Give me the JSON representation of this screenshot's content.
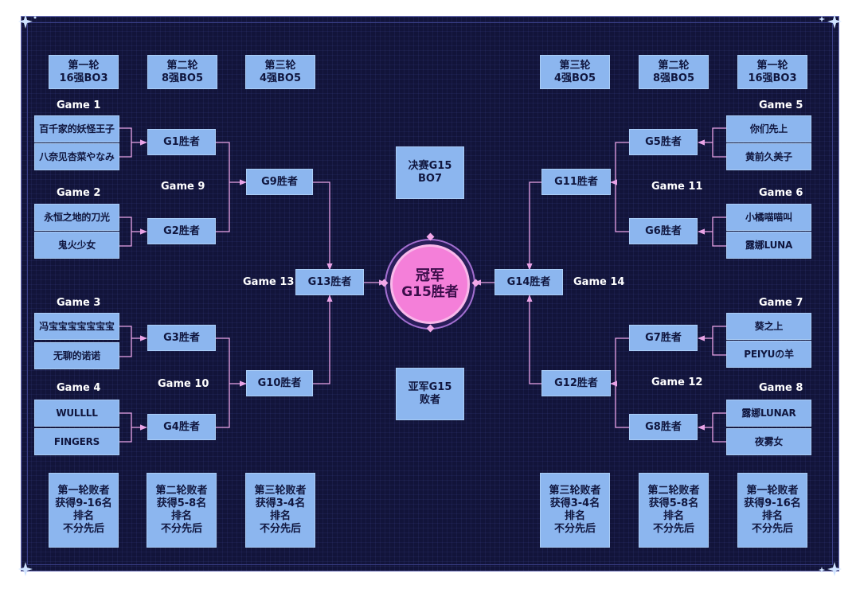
{
  "headers": {
    "left": [
      "第一轮\n16强BO3",
      "第二轮\n8强BO5",
      "第三轮\n4强BO5"
    ],
    "right": [
      "第三轮\n4强BO5",
      "第二轮\n8强BO5",
      "第一轮\n16强BO3"
    ]
  },
  "games": {
    "g1": "Game 1",
    "g2": "Game 2",
    "g3": "Game 3",
    "g4": "Game 4",
    "g5": "Game 5",
    "g6": "Game 6",
    "g7": "Game 7",
    "g8": "Game 8",
    "g9": "Game 9",
    "g10": "Game 10",
    "g11": "Game 11",
    "g12": "Game 12",
    "g13": "Game 13",
    "g14": "Game 14"
  },
  "players": {
    "g1": [
      "百千家的妖怪王子",
      "八奈见杏菜やなみ"
    ],
    "g2": [
      "永恒之地的刀光",
      "鬼火少女"
    ],
    "g3": [
      "冯宝宝宝宝宝宝宝",
      "无聊的诺诺"
    ],
    "g4": [
      "WULLLL",
      "FINGERS"
    ],
    "g5": [
      "你们先上",
      "黄前久美子"
    ],
    "g6": [
      "小橘喵喵叫",
      "露娜LUNA"
    ],
    "g7": [
      "葵之上",
      "PEIYUの羊"
    ],
    "g8": [
      "露娜LUNAR",
      "夜雾女"
    ]
  },
  "winners": {
    "g1": "G1胜者",
    "g2": "G2胜者",
    "g3": "G3胜者",
    "g4": "G4胜者",
    "g5": "G5胜者",
    "g6": "G6胜者",
    "g7": "G7胜者",
    "g8": "G8胜者",
    "g9": "G9胜者",
    "g10": "G10胜者",
    "g11": "G11胜者",
    "g12": "G12胜者",
    "g13": "G13胜者",
    "g14": "G14胜者"
  },
  "final": "决赛G15\nBO7",
  "runner_up": "亚军G15\n败者",
  "champion": {
    "line1": "冠军",
    "line2": "G15胜者"
  },
  "losers": {
    "r1": "第一轮败者\n获得9-16名\n排名\n不分先后",
    "r2": "第二轮败者\n获得5-8名\n排名\n不分先后",
    "r3": "第三轮败者\n获得3-4名\n排名\n不分先后"
  },
  "colors": {
    "background": "#12143a",
    "box": "#8cb6ef",
    "connector": "#e9a3e6",
    "champion": "#f47fd9"
  }
}
